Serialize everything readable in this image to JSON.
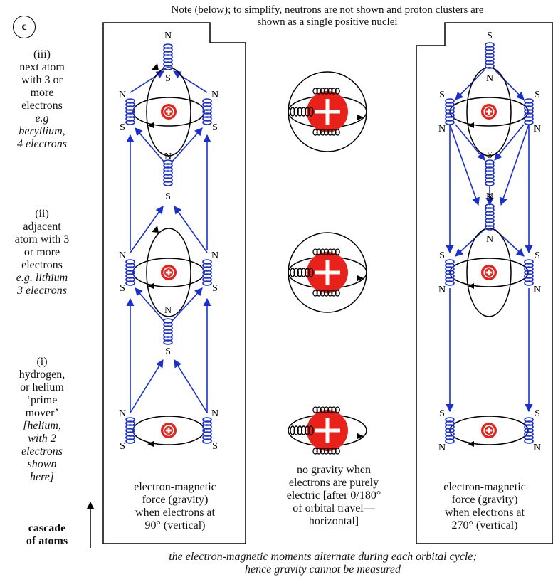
{
  "panel_label": "c",
  "note": {
    "line1": "Note (below); to simplify, neutrons are not shown and proton clusters are",
    "line2": "shown as a single positive nuclei"
  },
  "left_labels": {
    "iii": [
      "(iii)",
      "next atom",
      "with 3 or",
      "more",
      "electrons"
    ],
    "iii_italic": [
      "e.g",
      "beryllium,",
      "4 electrons"
    ],
    "ii": [
      "(ii)",
      "adjacent",
      "atom with 3",
      "or more",
      "electrons"
    ],
    "ii_italic": [
      "e.g. lithium",
      "3 electrons"
    ],
    "i": [
      "(i)",
      "hydrogen,",
      "or helium",
      "‘prime",
      "mover’"
    ],
    "i_italic": [
      "[helium,",
      "with 2",
      "electrons",
      "shown",
      "here]"
    ],
    "cascade": [
      "cascade",
      "of atoms"
    ]
  },
  "pole_labels": {
    "north": "N",
    "south": "S"
  },
  "captions": {
    "left": [
      "electron-magnetic",
      "force (gravity)",
      "when electrons at",
      "90° (vertical)"
    ],
    "middle": [
      "no gravity when",
      "electrons are purely",
      "electric [after  0/180°",
      "of orbital travel—",
      "horizontal]"
    ],
    "right": [
      "electron-magnetic",
      "force (gravity)",
      "when electrons at",
      "270° (vertical)"
    ]
  },
  "footer": {
    "line1": "the electron-magnetic moments alternate during each orbital cycle;",
    "line2": "hence gravity cannot be measured"
  },
  "colors": {
    "arrow": "#1a2fd0",
    "nucleus": "#e8211a",
    "coil": "#1a2fd0",
    "orbit": "#000000"
  }
}
